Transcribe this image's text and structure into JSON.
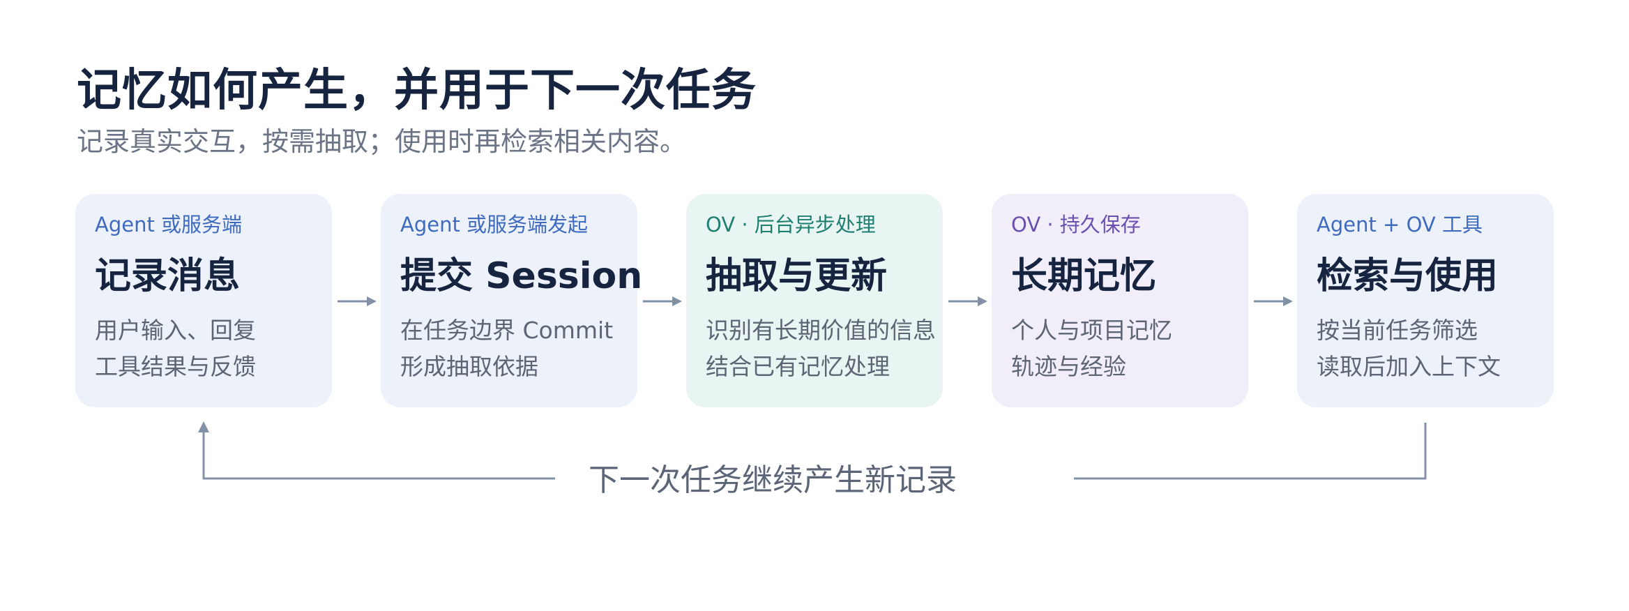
{
  "header": {
    "title": "记忆如何产生，并用于下一次任务",
    "subtitle": "记录真实交互，按需抽取；使用时再检索相关内容。"
  },
  "steps": [
    {
      "eyebrow": "Agent 或服务端",
      "heading": "记录消息",
      "line1": "用户输入、回复",
      "line2": "工具结果与反馈",
      "bg": "#edf1fa",
      "accent": "#3f6bbf"
    },
    {
      "eyebrow": "Agent 或服务端发起",
      "heading": "提交 Session",
      "line1": "在任务边界 Commit",
      "line2": "形成抽取依据",
      "bg": "#edf1fa",
      "accent": "#3f6bbf"
    },
    {
      "eyebrow": "OV · 后台异步处理",
      "heading": "抽取与更新",
      "line1": "识别有长期价值的信息",
      "line2": "结合已有记忆处理",
      "bg": "#e9f5f3",
      "accent": "#1f7f70"
    },
    {
      "eyebrow": "OV · 持久保存",
      "heading": "长期记忆",
      "line1": "个人与项目记忆",
      "line2": "轨迹与经验",
      "bg": "#f1eef9",
      "accent": "#6a4fb0"
    },
    {
      "eyebrow": "Agent + OV 工具",
      "heading": "检索与使用",
      "line1": "按当前任务筛选",
      "line2": "读取后加入上下文",
      "bg": "#edf1fa",
      "accent": "#3f6bbf"
    }
  ],
  "loop_label": "下一次任务继续产生新记录",
  "colors": {
    "arrow": "#8391a6",
    "title": "#17243f",
    "body_text": "#5d6575"
  }
}
